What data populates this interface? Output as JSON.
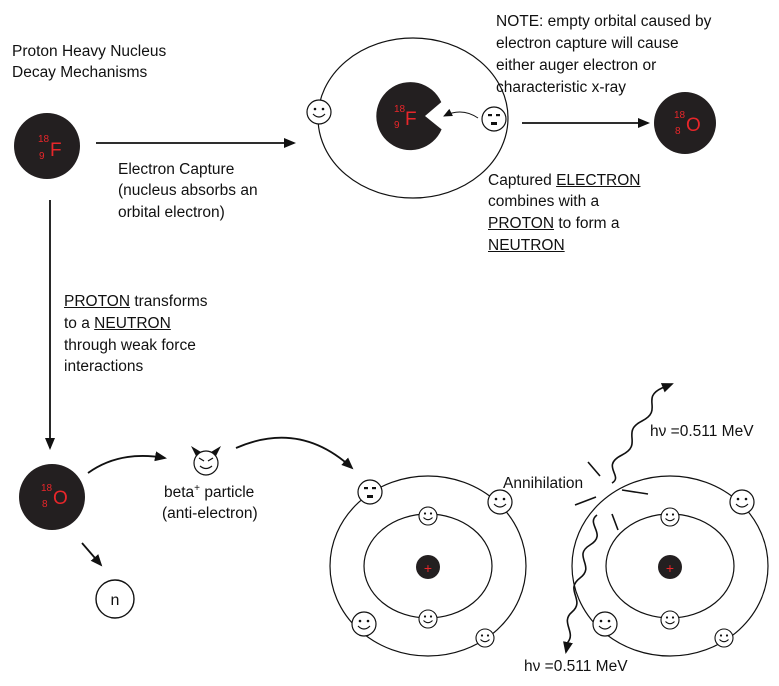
{
  "title": {
    "line1": "Proton Heavy Nucleus",
    "line2": "Decay Mechanisms"
  },
  "note": {
    "line1": "NOTE: empty orbital caused by",
    "line2": "electron capture will cause",
    "line3": "either auger electron or",
    "line4": "characteristic x-ray"
  },
  "electron_capture": {
    "line1": "Electron Capture",
    "line2": "(nucleus absorbs an",
    "line3": "orbital electron)"
  },
  "captured": {
    "w1": "Captured ",
    "w2": "ELECTRON",
    "line2": "combines with a",
    "w3": "PROTON",
    "w4": " to form a",
    "w5": "NEUTRON"
  },
  "proton_transform": {
    "w1": "PROTON",
    "w2": " transforms",
    "w3": "to a ",
    "w4": "NEUTRON",
    "line3": "through weak force",
    "line4": "interactions"
  },
  "beta": {
    "line1a": "beta",
    "sup": "+",
    "line1b": " particle",
    "line2": "(anti-electron)"
  },
  "annihilation": "Annihilation",
  "photon_top": "hν =0.511 MeV",
  "photon_bottom": "hν =0.511 MeV",
  "nuclei": {
    "f18_left": {
      "mass": "18",
      "z": "9",
      "symbol": "F"
    },
    "f18_atom": {
      "mass": "18",
      "z": "9",
      "symbol": "F"
    },
    "o18_right": {
      "mass": "18",
      "z": "8",
      "symbol": "O"
    },
    "o18_left": {
      "mass": "18",
      "z": "8",
      "symbol": "O"
    }
  },
  "neutron": "n",
  "plus": "+",
  "colors": {
    "nucleus": "#231f20",
    "isotope_text": "#e8262a",
    "line": "#111111"
  }
}
